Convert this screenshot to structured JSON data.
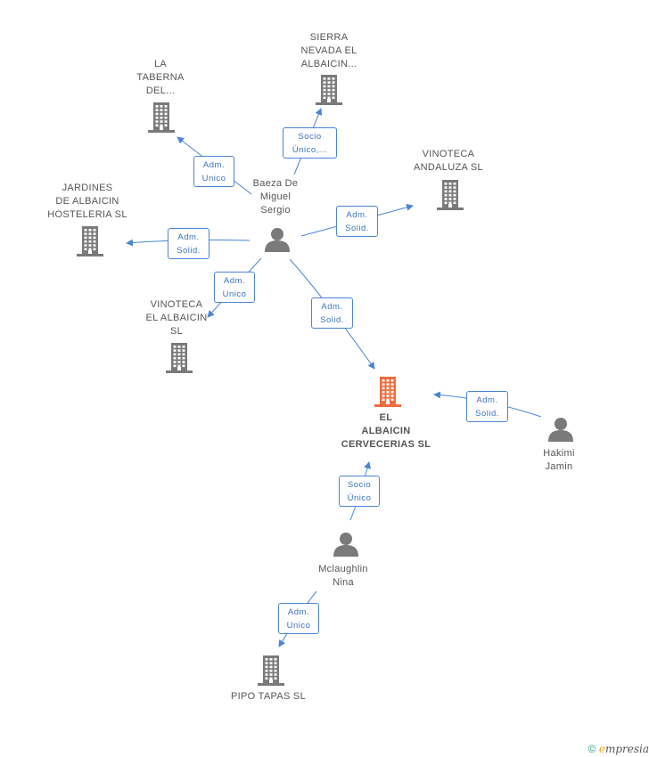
{
  "nodes": [
    {
      "id": "sierra",
      "type": "company",
      "label": "SIERRA\nNEVADA EL\nALBAICIN..."
    },
    {
      "id": "taberna",
      "type": "company",
      "label": "LA\nTABERNA\nDEL..."
    },
    {
      "id": "vinoteca_andaluza",
      "type": "company",
      "label": "VINOTECA\nANDALUZA  SL"
    },
    {
      "id": "jardines",
      "type": "company",
      "label": "JARDINES\nDE ALBAICIN\nHOSTELERIA SL"
    },
    {
      "id": "baeza",
      "type": "person",
      "label": "Baeza De\nMiguel\nSergio"
    },
    {
      "id": "vinoteca_albaicin",
      "type": "company",
      "label": "VINOTECA\nEL ALBAICIN\nSL"
    },
    {
      "id": "el_albaicin",
      "type": "company_main",
      "label": "EL\nALBAICIN\nCERVECERIAS SL"
    },
    {
      "id": "hakimi",
      "type": "person",
      "label": "Hakimi\nJamin"
    },
    {
      "id": "mclaughlin",
      "type": "person",
      "label": "Mclaughlin\nNina"
    },
    {
      "id": "pipo",
      "type": "company",
      "label": "PIPO TAPAS  SL"
    }
  ],
  "edges": [
    {
      "from": "baeza",
      "to": "sierra",
      "label": "Socio\nÚnico,..."
    },
    {
      "from": "baeza",
      "to": "taberna",
      "label": "Adm.\nUnico"
    },
    {
      "from": "baeza",
      "to": "vinoteca_andaluza",
      "label": "Adm.\nSolid."
    },
    {
      "from": "baeza",
      "to": "jardines",
      "label": "Adm.\nSolid."
    },
    {
      "from": "baeza",
      "to": "vinoteca_albaicin",
      "label": "Adm.\nUnico"
    },
    {
      "from": "baeza",
      "to": "el_albaicin",
      "label": "Adm.\nSolid."
    },
    {
      "from": "hakimi",
      "to": "el_albaicin",
      "label": "Adm.\nSolid."
    },
    {
      "from": "mclaughlin",
      "to": "el_albaicin",
      "label": "Socio\nÚnico"
    },
    {
      "from": "mclaughlin",
      "to": "pipo",
      "label": "Adm.\nUnico"
    }
  ],
  "colors": {
    "edge": "#4a86d4",
    "company": "#7a7a7a",
    "company_main": "#f26b3a",
    "person": "#7a7a7a"
  },
  "footer": {
    "copyright": "©",
    "brand_first": "e",
    "brand_rest": "mpresia"
  }
}
